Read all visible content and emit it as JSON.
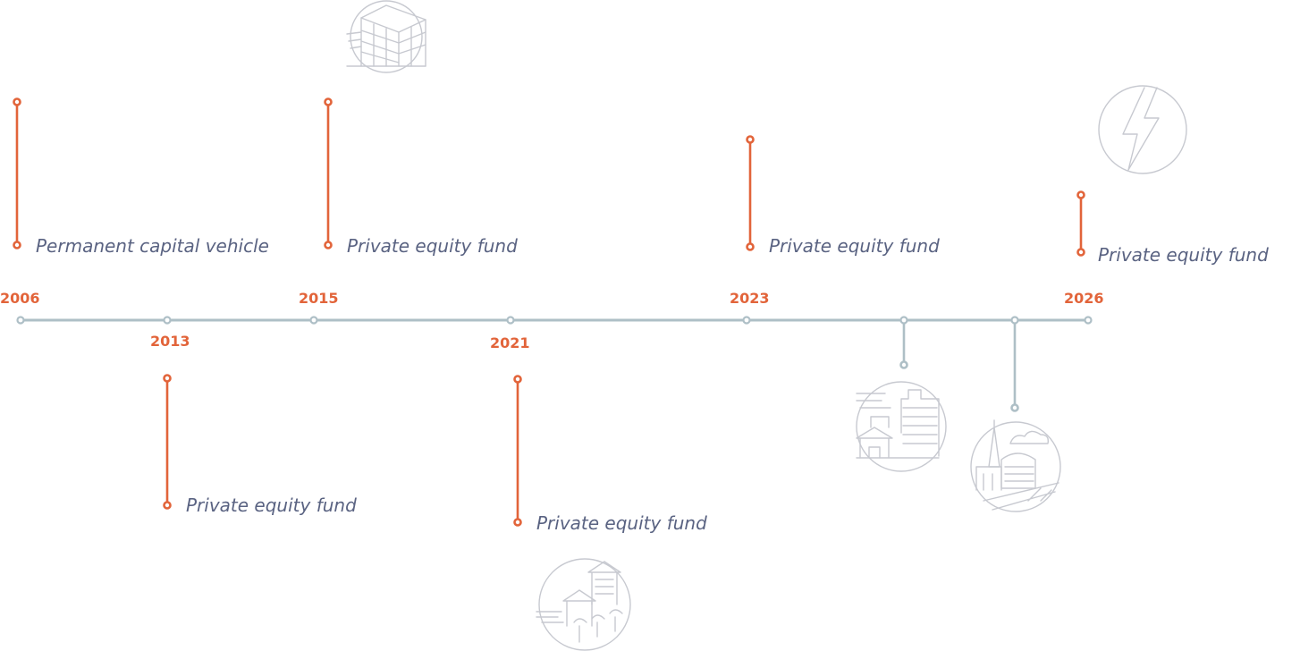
{
  "colors": {
    "accent": "#e2643a",
    "axis": "#aebfc6",
    "label_text": "#5a6382",
    "icon_stroke": "#c7c9d0"
  },
  "timeline": {
    "years": [
      "2006",
      "2013",
      "2015",
      "2021",
      "2023",
      "2026"
    ],
    "events": [
      {
        "label": "Permanent capital vehicle"
      },
      {
        "label": "Private equity fund"
      },
      {
        "label": "Private equity fund"
      },
      {
        "label": "Private equity fund"
      },
      {
        "label": "Private equity fund"
      },
      {
        "label": "Private equity fund"
      }
    ],
    "icons": [
      "office-building-icon",
      "lightning-bolt-icon",
      "resort-palms-icon",
      "city-skyline-icon",
      "church-bridge-icon"
    ]
  }
}
